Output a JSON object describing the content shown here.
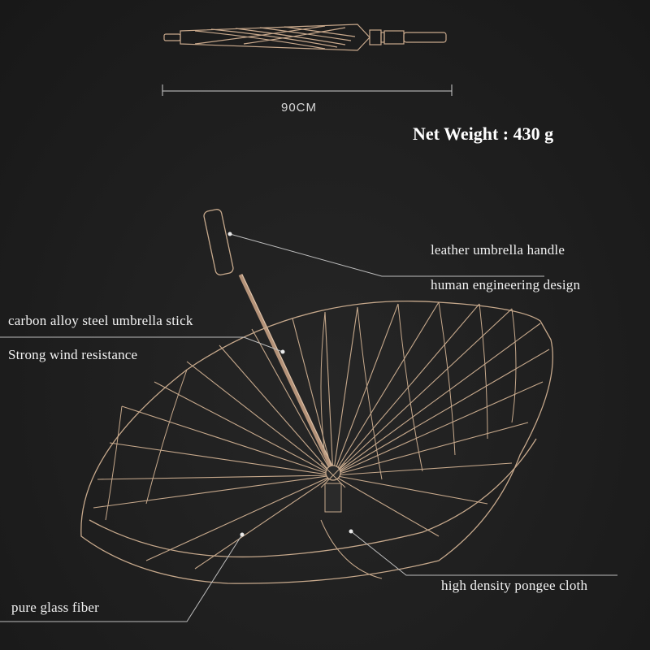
{
  "length_label": "90CM",
  "net_weight": "Net Weight : 430 g",
  "callouts": {
    "handle_line1": "leather umbrella handle",
    "handle_line2": "human engineering design",
    "stick_line1": "carbon alloy steel umbrella stick",
    "stick_line2": "Strong wind resistance",
    "cloth": "high density pongee cloth",
    "fiber": "pure glass fiber"
  },
  "colors": {
    "background": "#1e1e1e",
    "frame": "#c9a98c",
    "text": "#f2f2f2"
  }
}
